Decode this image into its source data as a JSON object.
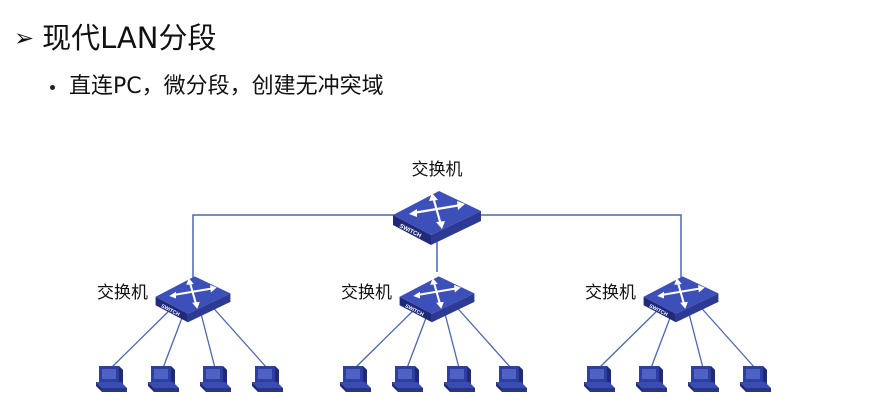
{
  "heading": {
    "marker": "➢",
    "title": "现代LAN分段"
  },
  "bullet": {
    "text": "直连PC，微分段，创建无冲突域"
  },
  "diagram": {
    "core_switch": {
      "label": "交换机",
      "badge": "SWITCH"
    },
    "access_switches": [
      {
        "label": "交换机",
        "badge": "SWITCH",
        "pc_count": 4
      },
      {
        "label": "交换机",
        "badge": "SWITCH",
        "pc_count": 4
      },
      {
        "label": "交换机",
        "badge": "SWITCH",
        "pc_count": 4
      }
    ]
  },
  "colors": {
    "switch_top": "#3d4fb8",
    "switch_side": "#2c3a96",
    "switch_front": "#1f2a78",
    "link": "#4a66b5",
    "pc": "#2e3f9e"
  }
}
